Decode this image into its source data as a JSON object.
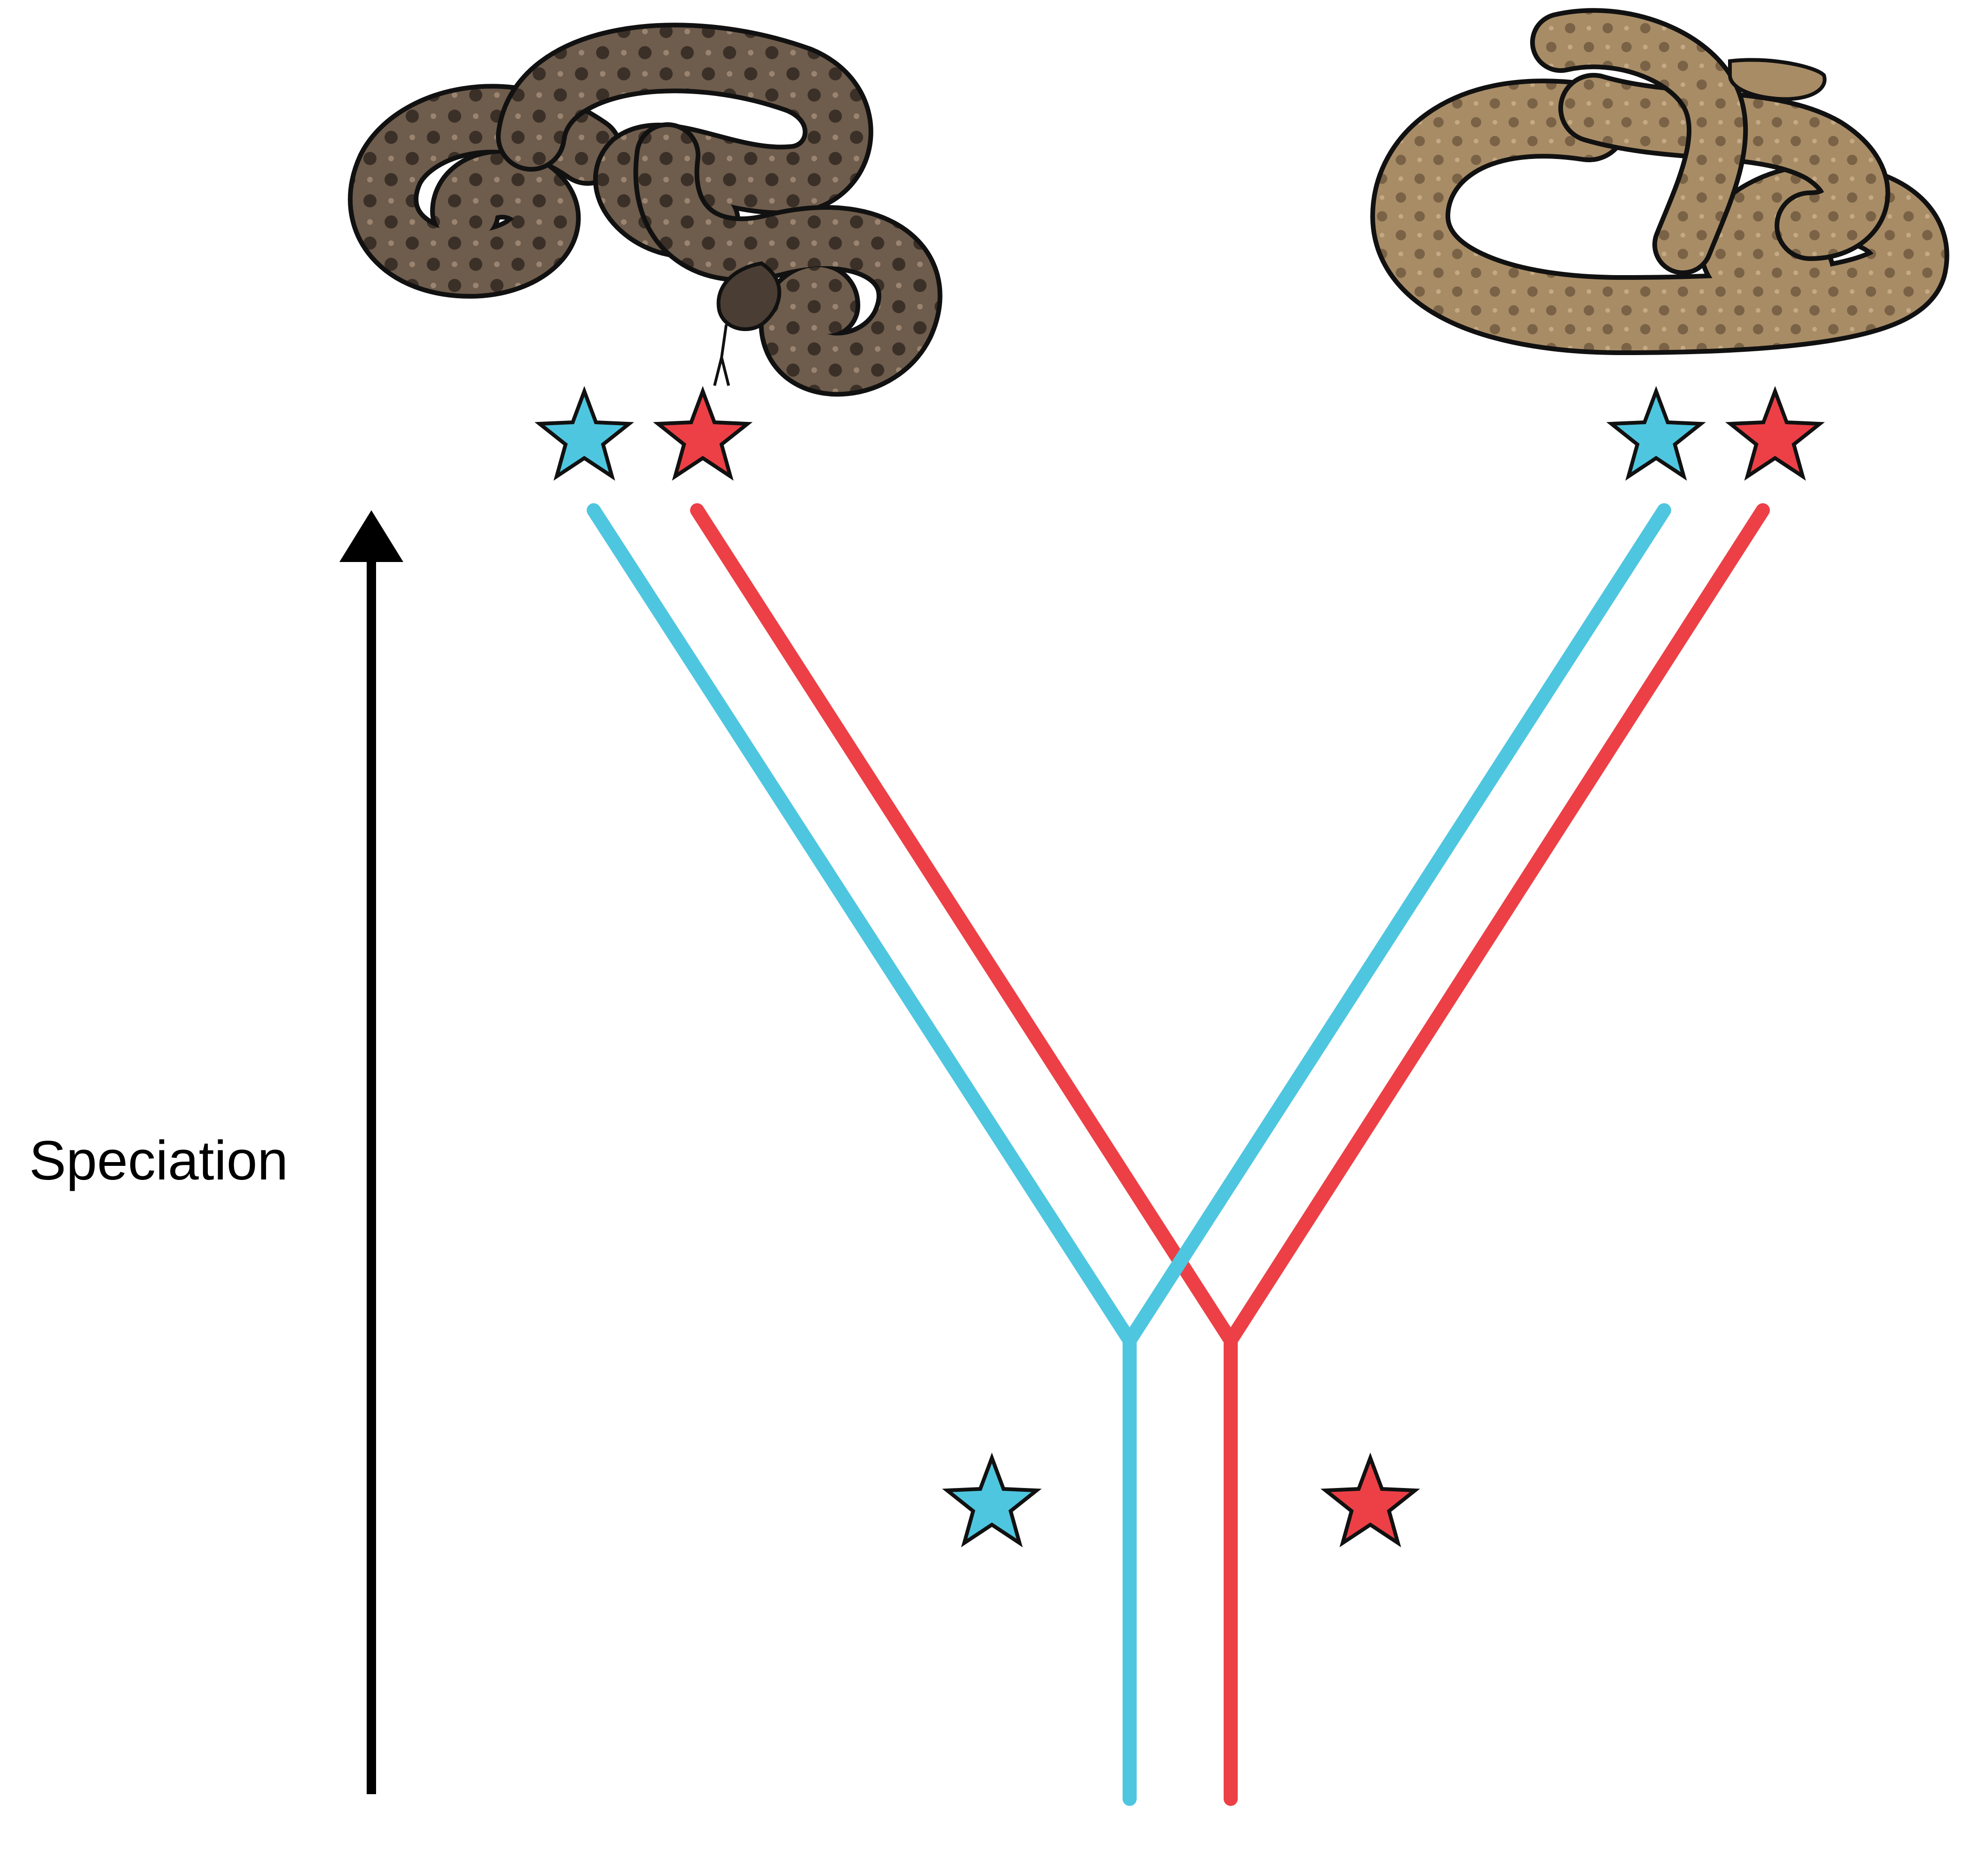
{
  "axis": {
    "label": "Speciation",
    "color": "#000000",
    "direction": "up"
  },
  "colors": {
    "blue": "#4fc6e0",
    "red": "#ec4046",
    "snake_dark": "#4a3d33",
    "snake_light": "#9a8060",
    "outline": "#111111"
  },
  "lineages": [
    {
      "name": "blue-gene-lineage",
      "color_key": "blue"
    },
    {
      "name": "red-gene-lineage",
      "color_key": "red"
    }
  ],
  "species": [
    {
      "name": "left-species",
      "image": "dark-rattlesnake-icon",
      "markers": [
        "blue",
        "red"
      ]
    },
    {
      "name": "right-species",
      "image": "tan-rattlesnake-icon",
      "markers": [
        "blue",
        "red"
      ]
    }
  ],
  "ancestral_markers": [
    "blue",
    "red"
  ]
}
